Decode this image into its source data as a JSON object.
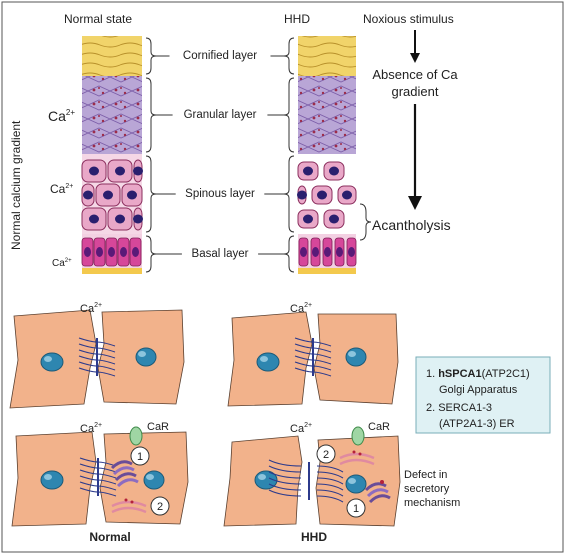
{
  "top": {
    "normal_state": "Normal state",
    "hhd": "HHD",
    "noxious_stimulus": "Noxious stimulus",
    "absence_line1": "Absence of Ca",
    "absence_line2": "gradient",
    "acantholysis": "Acantholysis",
    "gradient_label": "Normal calcium gradient",
    "ca_base": "Ca",
    "ca_sup": "2+",
    "layers": [
      "Cornified layer",
      "Granular layer",
      "Spinous layer",
      "Basal layer"
    ]
  },
  "bottom": {
    "ca_base": "Ca",
    "ca_sup": "2+",
    "car": "CaR",
    "normal_label": "Normal",
    "hhd_label": "HHD",
    "defect_lines": [
      "Defect in",
      "secretory",
      "mechanism"
    ],
    "circle_1": "1",
    "circle_2": "2",
    "legend": {
      "item1_bold": "hSPCA1",
      "item1_rest": "(ATP2C1)",
      "item1_num": "1.",
      "item1_line2": "Golgi Apparatus",
      "item2_num": "2.",
      "item2_line1": "SERCA1-3",
      "item2_line2": "(ATP2A1-3) ER"
    }
  },
  "colors": {
    "cornified": "#f1d46a",
    "granular": "#b9a6d6",
    "spinous": "#ecbfd6",
    "basal": "#d6479a",
    "cell": "#f2b28b",
    "nucleus": "#2e86b0",
    "legend_bg": "#dff1f4"
  }
}
